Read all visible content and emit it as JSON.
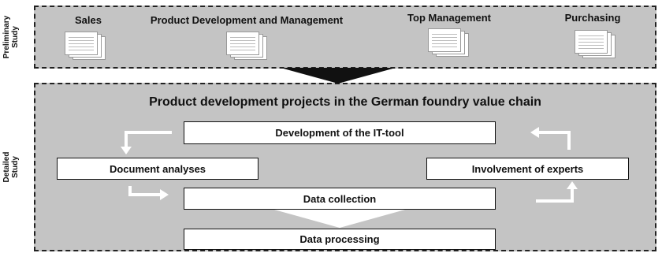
{
  "study_labels": {
    "preliminary": "Preliminary\nStudy",
    "detailed": "Detailed\nStudy"
  },
  "departments": [
    {
      "title": "Sales"
    },
    {
      "title": "Product Development and Management"
    },
    {
      "title": "Top Management"
    },
    {
      "title": "Purchasing"
    }
  ],
  "main_title": "Product development projects in the German foundry value chain",
  "steps": {
    "it_tool": "Development of the IT-tool",
    "document_analyses": "Document analyses",
    "experts": "Involvement of experts",
    "data_collection": "Data collection",
    "data_processing": "Data processing"
  },
  "colors": {
    "panel": "#c4c4c4",
    "arrow_dark": "#111111",
    "arrow_light": "#ffffff"
  }
}
